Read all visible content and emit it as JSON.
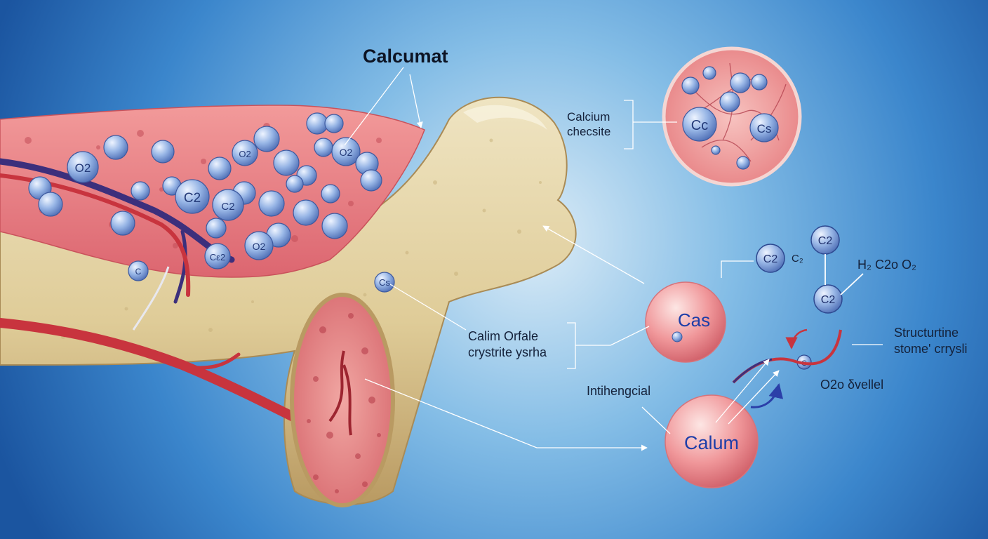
{
  "title": "Calcumat",
  "labels": {
    "calcium_line1": "Calcium",
    "calcium_line2": "checsite",
    "calim_line1": "Calim Orfale",
    "calim_line2": "crystrite ysrha",
    "intihengcial": "Intihengcial",
    "o2o_vellel": "O2o δvellel",
    "structurtine": "Structurtine",
    "stome_crrysli": "stome' crrysli",
    "h2c2o_formula": "H₂ C2o O₂",
    "c2_small": "C₂"
  },
  "molecule_labels": {
    "cas": "Cas",
    "calum": "Calum",
    "c2": "C2",
    "cc": "Cc",
    "cs": "Cs",
    "c": "C",
    "o2": "O2",
    "c2_alt": "Cε2"
  },
  "colors": {
    "background_outer": "#1c5ea8",
    "background_glow": "#cfe6f5",
    "bone": "#e3d3a4",
    "marrow": "#e9797e",
    "molecule_blue": "#8fb0e3",
    "sphere_pink": "#ee8e92",
    "vessel_red": "#c8343e",
    "vessel_purple": "#3c2f7c",
    "label_text": "#14213a",
    "accent_text": "#1d3ea8"
  },
  "icons": [
    "arrow-pointer",
    "molecule",
    "blood-vessel"
  ]
}
